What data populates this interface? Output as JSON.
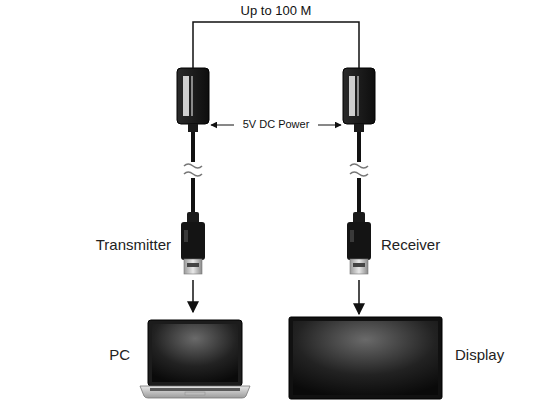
{
  "diagram": {
    "nodes": [
      {
        "text": [
          "Transmitter"
        ]
      },
      {
        "text": [
          "Receiver"
        ]
      },
      {
        "text": [
          "PC"
        ]
      },
      {
        "text": [
          "Display"
        ]
      }
    ],
    "edges": [
      {
        "from": 0,
        "to": 1,
        "label": "Up to 100 M",
        "arrow": "none"
      },
      {
        "from": 0,
        "to": 2,
        "arrow": "to"
      },
      {
        "from": 1,
        "to": 3,
        "arrow": "to"
      }
    ],
    "labels": [
      "5V DC Power"
    ]
  }
}
